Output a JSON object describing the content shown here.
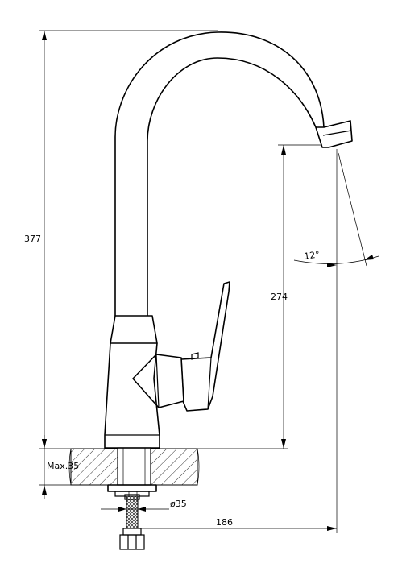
{
  "dimensions": {
    "total_height": "377",
    "spout_height": "274",
    "reach": "186",
    "max_deck_thickness": "Max.35",
    "hole_diameter": "ø35",
    "spout_angle": "12°"
  }
}
